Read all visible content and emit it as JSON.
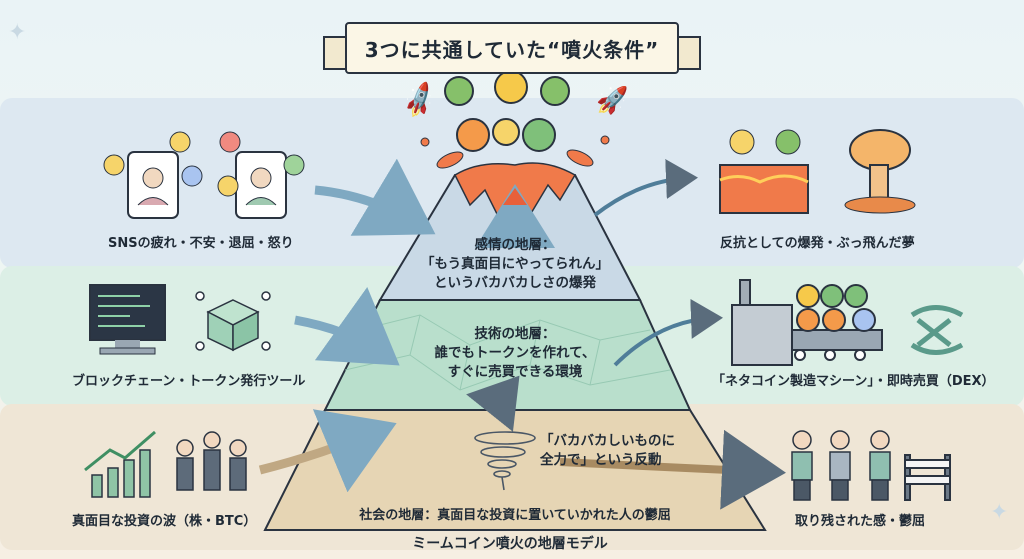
{
  "title": "3つに共通していた“噴火条件”",
  "footer": "ミームコイン噴火の地層モデル",
  "layers": {
    "top": {
      "heading": "感情の地層：",
      "line1": "「もう真面目にやってられん」",
      "line2": "というバカバカしさの爆発",
      "left_label": "SNSの疲れ・不安・退屈・怒り",
      "right_label": "反抗としての爆発・ぶっ飛んだ夢"
    },
    "middle": {
      "heading": "技術の地層：",
      "line1": "誰でもトークンを作れて、",
      "line2": "すぐに売買できる環境",
      "left_label": "ブロックチェーン・トークン発行ツール",
      "right_label": "「ネタコイン製造マシーン」・即時売買（DEX）"
    },
    "bottom": {
      "heading": "社会の地層：真面目な投資に置いていかれた人の鬱屈",
      "reaction_line1": "「バカバカしいものに",
      "reaction_line2": "全力で」という反動",
      "left_label": "真面目な投資の波（株・BTC）",
      "right_label": "取り残された感・鬱屈"
    }
  },
  "colors": {
    "lava": "#f07a4a",
    "top_layer": "#c9d9e6",
    "mid_layer": "#b9dfcc",
    "bottom_layer": "#e6d5b4",
    "arrow": "#7fa9c2",
    "outline": "#2a3340"
  },
  "icons": [
    "rocket-icon",
    "money-bag-icon",
    "shiba-coin-icon",
    "pepe-coin-icon",
    "phone-chat-icon",
    "laptop-code-icon",
    "blockchain-cube-icon",
    "growth-chart-icon",
    "businessmen-icon",
    "lava-pool-icon",
    "mushroom-cloud-icon",
    "factory-icon",
    "swap-icon",
    "tornado-icon",
    "sad-people-icon",
    "barrier-icon"
  ]
}
